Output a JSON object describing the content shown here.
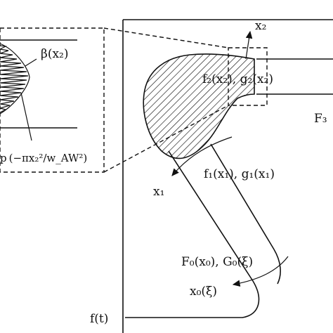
{
  "labels": {
    "x2": "x₂",
    "beta_x2": "β(x₂)",
    "f2_g2": "f₂(x₂), g₂(x₂)",
    "F3_partial": "F₃",
    "x1": "x₁",
    "f1_g1": "f₁(x₁), g₁(x₁)",
    "exp_expr": "p (−πx₂²/w_AW²)",
    "F0_G0": "F₀(x₀), G₀(ξ)",
    "x0_xi": "x₀(ξ)",
    "f_t": "f(t)"
  }
}
